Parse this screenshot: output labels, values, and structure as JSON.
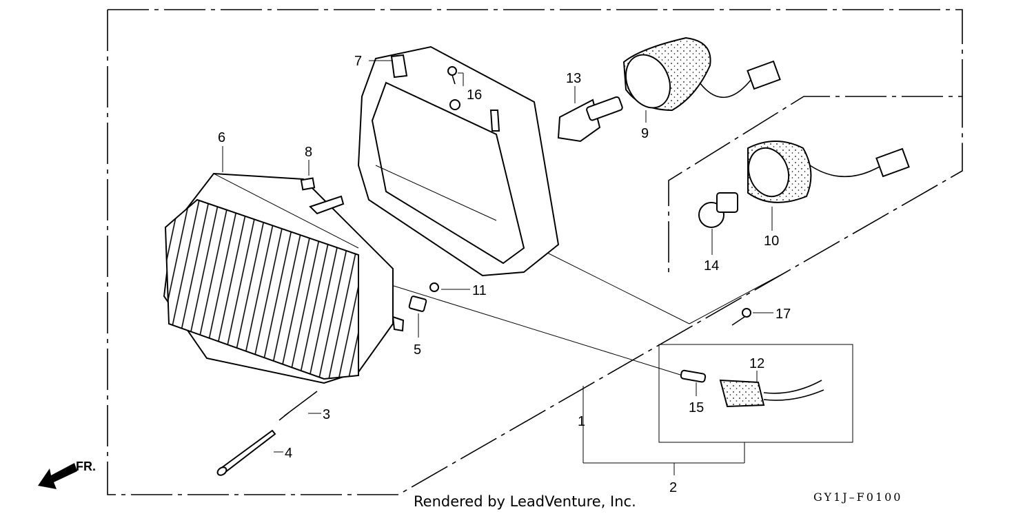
{
  "callouts": [
    {
      "id": "1",
      "label": "1"
    },
    {
      "id": "2",
      "label": "2"
    },
    {
      "id": "3",
      "label": "3"
    },
    {
      "id": "4",
      "label": "4"
    },
    {
      "id": "5",
      "label": "5"
    },
    {
      "id": "6",
      "label": "6"
    },
    {
      "id": "7",
      "label": "7"
    },
    {
      "id": "8",
      "label": "8"
    },
    {
      "id": "9",
      "label": "9"
    },
    {
      "id": "10",
      "label": "10"
    },
    {
      "id": "11",
      "label": "11"
    },
    {
      "id": "12",
      "label": "12"
    },
    {
      "id": "13",
      "label": "13"
    },
    {
      "id": "14",
      "label": "14"
    },
    {
      "id": "15",
      "label": "15"
    },
    {
      "id": "16",
      "label": "16"
    },
    {
      "id": "17",
      "label": "17"
    }
  ],
  "footer": {
    "credit": "Rendered by LeadVenture, Inc.",
    "diagram_code": "GY1J–F0100"
  },
  "direction_marker": {
    "label": "FR.",
    "icon": "front-arrow-icon"
  }
}
